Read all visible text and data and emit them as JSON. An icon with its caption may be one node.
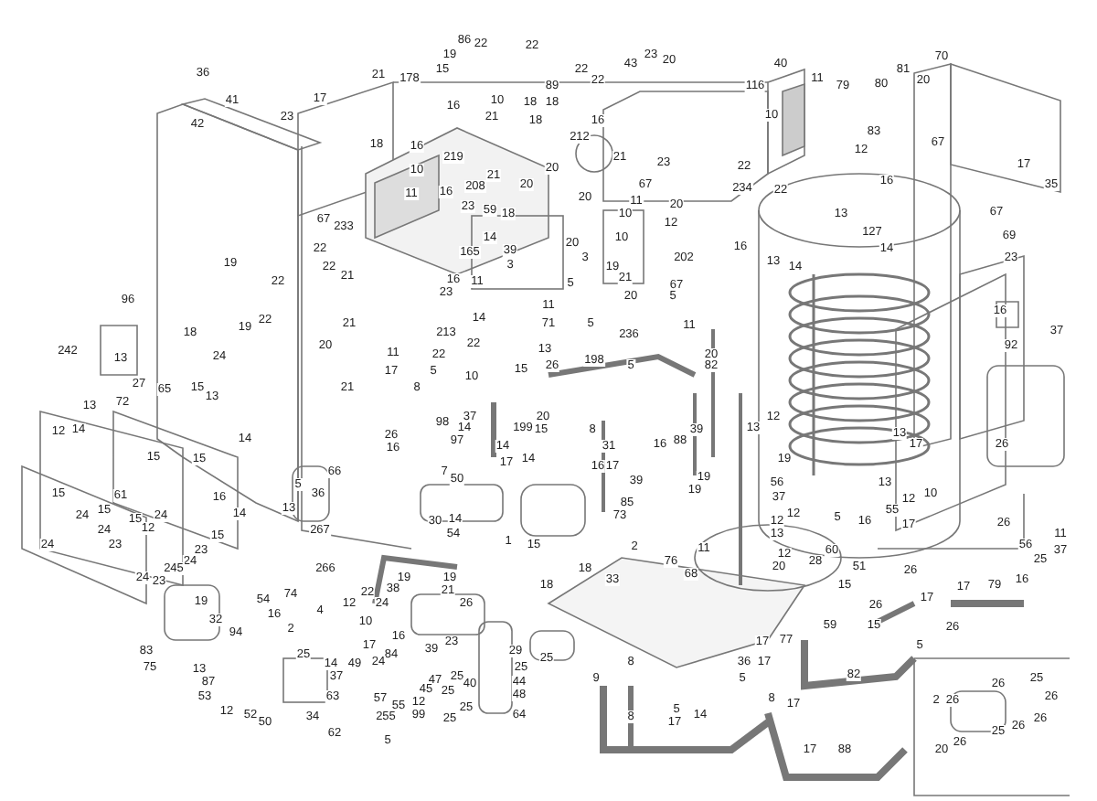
{
  "diagram": {
    "labels": [
      "36",
      "41",
      "42",
      "17",
      "23",
      "21",
      "178",
      "86",
      "22",
      "22",
      "19",
      "15",
      "10",
      "89",
      "18",
      "18",
      "16",
      "21",
      "18",
      "22",
      "22",
      "43",
      "23",
      "16",
      "212",
      "20",
      "116",
      "40",
      "11",
      "79",
      "81",
      "80",
      "70",
      "20",
      "10",
      "83",
      "12",
      "67",
      "17",
      "35",
      "67",
      "69",
      "23",
      "16",
      "37",
      "92",
      "22",
      "22",
      "234",
      "13",
      "127",
      "14",
      "16",
      "16",
      "13",
      "14",
      "19",
      "22",
      "96",
      "22",
      "19",
      "18",
      "24",
      "242",
      "13",
      "27",
      "65",
      "15",
      "13",
      "67",
      "233",
      "22",
      "22",
      "21",
      "21",
      "20",
      "21",
      "18",
      "16",
      "219",
      "10",
      "11",
      "16",
      "21",
      "208",
      "20",
      "20",
      "23",
      "59",
      "18",
      "14",
      "20",
      "10",
      "21",
      "23",
      "67",
      "11",
      "20",
      "12",
      "10",
      "39",
      "20",
      "3",
      "3",
      "165",
      "16",
      "11",
      "19",
      "21",
      "20",
      "5",
      "67",
      "5",
      "23",
      "11",
      "71",
      "5",
      "14",
      "213",
      "22",
      "11",
      "22",
      "17",
      "13",
      "15",
      "26",
      "198",
      "236",
      "5",
      "11",
      "202",
      "20",
      "82",
      "5",
      "8",
      "10",
      "13",
      "72",
      "12",
      "14",
      "15",
      "15",
      "24",
      "15",
      "61",
      "15",
      "24",
      "24",
      "12",
      "23",
      "24",
      "15",
      "23",
      "24",
      "245",
      "24",
      "23",
      "16",
      "14",
      "13",
      "14",
      "15",
      "5",
      "36",
      "66",
      "267",
      "266",
      "19",
      "32",
      "94",
      "83",
      "75",
      "13",
      "87",
      "53",
      "12",
      "52",
      "50",
      "34",
      "54",
      "16",
      "74",
      "2",
      "4",
      "25",
      "12",
      "14",
      "49",
      "37",
      "63",
      "62",
      "26",
      "16",
      "7",
      "98",
      "37",
      "14",
      "97",
      "199",
      "20",
      "15",
      "14",
      "17",
      "14",
      "50",
      "30",
      "14",
      "54",
      "1",
      "15",
      "8",
      "31",
      "16",
      "88",
      "39",
      "16",
      "17",
      "39",
      "19",
      "19",
      "85",
      "73",
      "2",
      "76",
      "11",
      "68",
      "18",
      "18",
      "33",
      "19",
      "19",
      "21",
      "22",
      "24",
      "38",
      "26",
      "10",
      "16",
      "17",
      "84",
      "24",
      "39",
      "23",
      "29",
      "25",
      "25",
      "44",
      "25",
      "40",
      "47",
      "45",
      "25",
      "25",
      "48",
      "12",
      "55",
      "57",
      "99",
      "255",
      "25",
      "64",
      "5",
      "8",
      "9",
      "5",
      "8",
      "17",
      "14",
      "13",
      "12",
      "13",
      "17",
      "19",
      "56",
      "37",
      "12",
      "12",
      "13",
      "12",
      "28",
      "60",
      "5",
      "16",
      "17",
      "13",
      "12",
      "55",
      "10",
      "51",
      "20",
      "15",
      "26",
      "17",
      "17",
      "79",
      "16",
      "26",
      "26",
      "59",
      "17",
      "77",
      "15",
      "5",
      "36",
      "17",
      "82",
      "5",
      "8",
      "17",
      "17",
      "88",
      "26",
      "26",
      "11",
      "56",
      "37",
      "25",
      "26",
      "25",
      "2",
      "26",
      "26",
      "26",
      "26",
      "25",
      "20",
      "26"
    ]
  }
}
